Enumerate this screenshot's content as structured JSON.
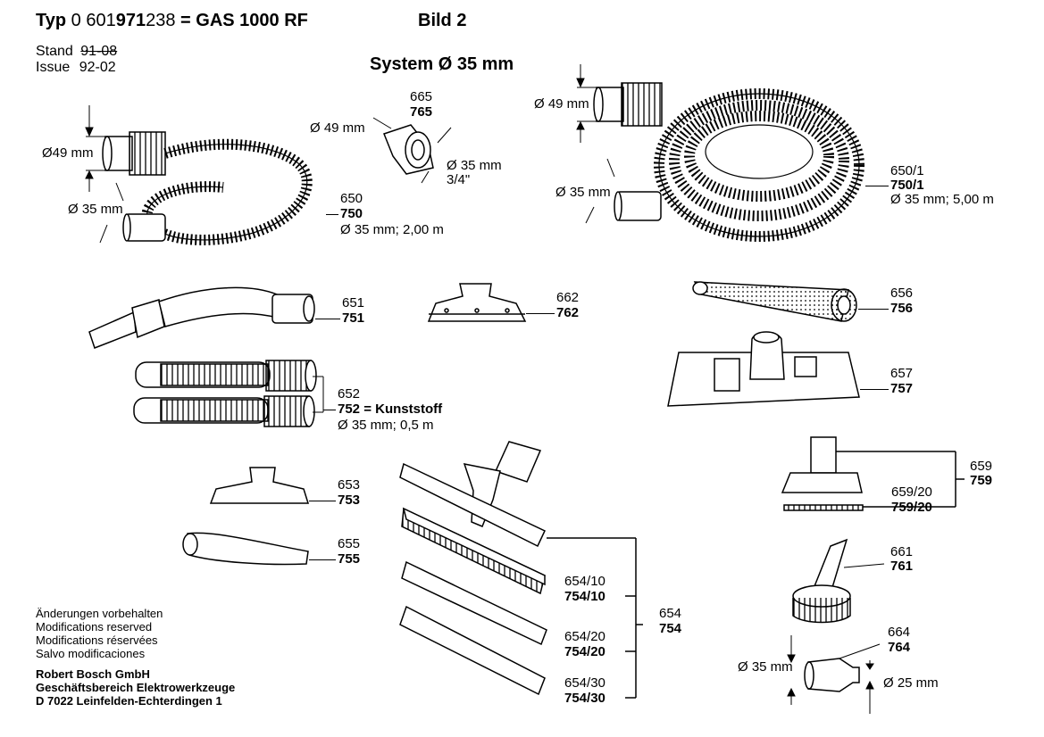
{
  "header": {
    "typ_label": "Typ",
    "number_pre": "0 601",
    "number_bold": "971",
    "number_post": "238",
    "equals": "=",
    "model": "GAS 1000 RF",
    "bild": "Bild 2"
  },
  "revision": {
    "stand_label": "Stand",
    "stand_value": "91-08",
    "issue_label": "Issue",
    "issue_value": "92-02"
  },
  "system_title": "System Ø 35 mm",
  "parts": {
    "p650": {
      "a": "650",
      "b": "750",
      "spec": "Ø 35 mm; 2,00 m"
    },
    "p665": {
      "a": "665",
      "b": "765"
    },
    "p650_1": {
      "a": "650/1",
      "b": "750/1",
      "spec": "Ø 35 mm; 5,00 m"
    },
    "p651": {
      "a": "651",
      "b": "751"
    },
    "p662": {
      "a": "662",
      "b": "762"
    },
    "p656": {
      "a": "656",
      "b": "756"
    },
    "p652": {
      "a": "652",
      "b": "752",
      "eq": "=",
      "material": "Kunststoff",
      "spec": "Ø 35 mm; 0,5 m"
    },
    "p657": {
      "a": "657",
      "b": "757"
    },
    "p653": {
      "a": "653",
      "b": "753"
    },
    "p659": {
      "a": "659",
      "b": "759"
    },
    "p659_20": {
      "a": "659/20",
      "b": "759/20"
    },
    "p655": {
      "a": "655",
      "b": "755"
    },
    "p661": {
      "a": "661",
      "b": "761"
    },
    "p654_10": {
      "a": "654/10",
      "b": "754/10"
    },
    "p654": {
      "a": "654",
      "b": "754"
    },
    "p654_20": {
      "a": "654/20",
      "b": "754/20"
    },
    "p664": {
      "a": "664",
      "b": "764"
    },
    "p654_30": {
      "a": "654/30",
      "b": "754/30"
    }
  },
  "dims": {
    "d49_left": "Ø49 mm",
    "d35_left": "Ø 35 mm",
    "d49_adapter": "Ø 49 mm",
    "d35_adapter": "Ø 35 mm",
    "thread": "3/4\"",
    "d49_right": "Ø 49 mm",
    "d35_right": "Ø 35 mm",
    "d35_reducer": "Ø 35 mm",
    "d25_reducer": "Ø 25 mm"
  },
  "footer": {
    "l1": "Änderungen vorbehalten",
    "l2": "Modifications reserved",
    "l3": "Modifications réservées",
    "l4": "Salvo modificaciones",
    "company": "Robert Bosch GmbH",
    "division": "Geschäftsbereich Elektrowerkzeuge",
    "address": "D 7022 Leinfelden-Echterdingen 1"
  }
}
